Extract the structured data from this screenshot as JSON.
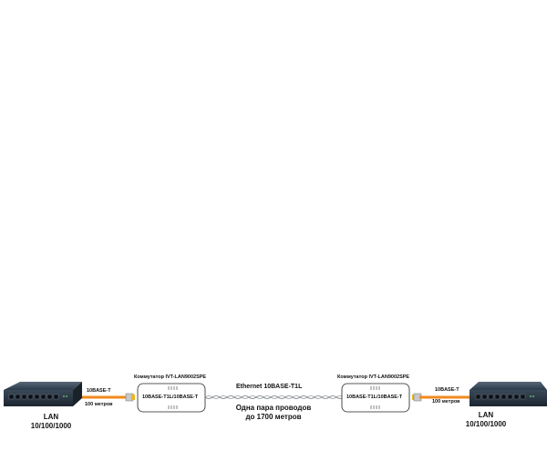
{
  "left": {
    "lan_line1": "LAN",
    "lan_line2": "10/100/1000",
    "link_type": "10BASE-T",
    "link_length": "100 метров"
  },
  "left_converter": {
    "title": "Коммутатор IVT-LAN9002SPE",
    "label": "10BASE-T1L/10BASE-T"
  },
  "center": {
    "title": "Ethernet 10BASE-T1L",
    "desc_line1": "Одна пара проводов",
    "desc_line2": "до 1700 метров"
  },
  "right_converter": {
    "title": "Коммутатор IVT-LAN9002SPE",
    "label": "10BASE-T1L/10BASE-T"
  },
  "right": {
    "lan_line1": "LAN",
    "lan_line2": "10/100/1000",
    "link_type": "10BASE-T",
    "link_length": "100 метров"
  },
  "colors": {
    "cable": "#f08a1c",
    "switch_body": "#2b3a4a",
    "twisted_pair": "#9aa0a6"
  },
  "icons": [
    "network-switch-icon",
    "rj45-connector-icon",
    "converter-box-icon",
    "twisted-pair-cable-icon"
  ]
}
